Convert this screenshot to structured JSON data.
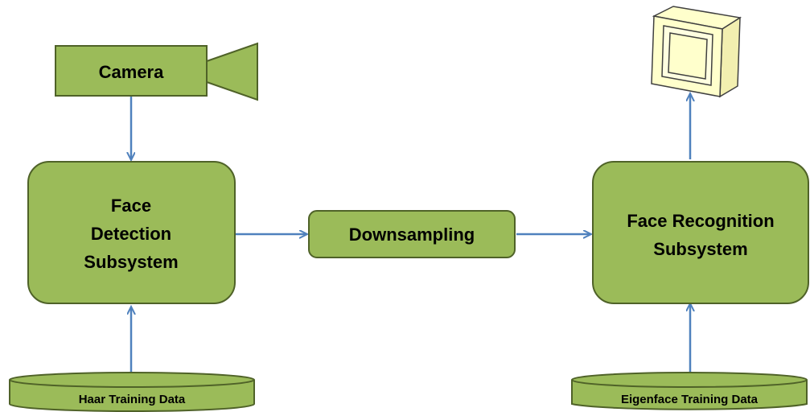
{
  "diagram": {
    "nodes": {
      "camera": {
        "label": "Camera"
      },
      "face_detection": {
        "lines": [
          "Face",
          "Detection",
          "Subsystem"
        ]
      },
      "downsampling": {
        "label": "Downsampling"
      },
      "face_recognition": {
        "lines": [
          "Face Recognition",
          "Subsystem"
        ]
      },
      "haar_data": {
        "label": "Haar Training Data"
      },
      "eigenface_data": {
        "label": "Eigenface Training Data"
      },
      "monitor": {
        "icon": "monitor-icon"
      }
    },
    "edges": [
      {
        "from": "camera",
        "to": "face_detection"
      },
      {
        "from": "haar_data",
        "to": "face_detection"
      },
      {
        "from": "face_detection",
        "to": "downsampling"
      },
      {
        "from": "downsampling",
        "to": "face_recognition"
      },
      {
        "from": "eigenface_data",
        "to": "face_recognition"
      },
      {
        "from": "face_recognition",
        "to": "monitor"
      }
    ],
    "colors": {
      "box_fill": "#9bbb59",
      "box_stroke": "#4f6228",
      "arrow": "#4f81bd",
      "monitor_fill": "#ffffcc"
    }
  }
}
